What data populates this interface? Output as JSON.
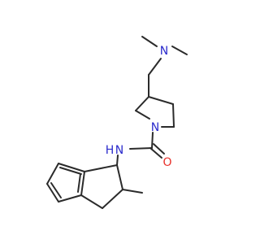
{
  "molecule": {
    "atoms": [
      {
        "id": "n_amine",
        "symbol": "N",
        "color": "#2b2bcc"
      },
      {
        "id": "n_ring",
        "symbol": "N",
        "color": "#2b2bcc"
      },
      {
        "id": "n_amide",
        "symbol": "N",
        "color": "#2b2bcc"
      },
      {
        "id": "h_amide",
        "symbol": "H",
        "color": "#2b2bcc"
      },
      {
        "id": "o_carbonyl",
        "symbol": "O",
        "color": "#e8302a"
      }
    ],
    "bond_color": "#2b2b2b"
  }
}
